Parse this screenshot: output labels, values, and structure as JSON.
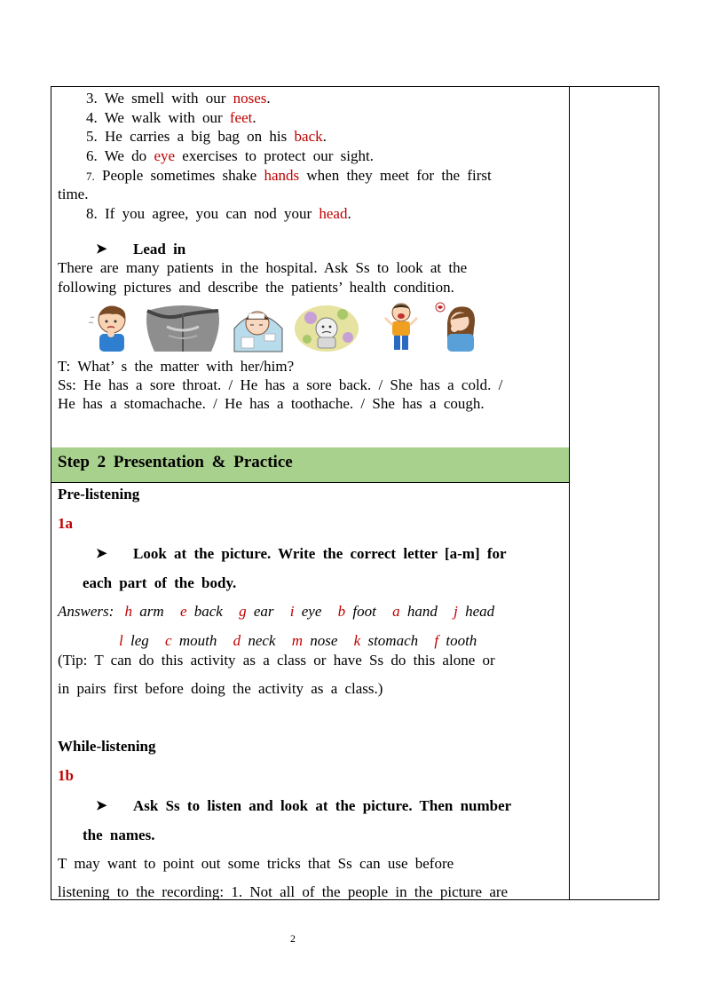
{
  "top_items": [
    {
      "pre": "3.  We  smell  with  our  ",
      "hl": "noses",
      "post": "."
    },
    {
      "pre": "4.  We  walk  with  our  ",
      "hl": "feet",
      "post": "."
    },
    {
      "pre": "5.  He  carries  a  big  bag  on  his  ",
      "hl": "back",
      "post": "."
    },
    {
      "pre": "6.  We  do  ",
      "hl": "eye",
      "post": "  exercises  to  protect  our  sight."
    },
    {
      "pre": "7.",
      "pre2": "  People  sometimes  shake  ",
      "hl": "hands",
      "post": "  when  they  meet  for  the  first"
    },
    {
      "pre": "time.",
      "hl": "",
      "post": ""
    },
    {
      "pre": "8.  If  you  agree,  you  can  nod  your  ",
      "hl": "head",
      "post": "."
    }
  ],
  "lead_in": {
    "title": "Lead  in",
    "line1": "There  are  many  patients  in  the  hospital.  Ask  Ss  to  look  at  the",
    "line2": "following  pictures  and  describe  the  patients’  health  condition.",
    "teacher": "T:  What’ s  the  matter  with  her/him?",
    "ss1": "Ss:  He  has  a  sore  throat.  /  He  has  a  sore  back.  /  She  has  a  cold.  /",
    "ss2": "He  has  a  stomachache.  /  He  has  a  toothache.  /  She  has  a  cough."
  },
  "step2": {
    "title": "Step  2  Presentation  &  Practice",
    "pre_listening": "Pre-listening",
    "label_1a": "1a",
    "task_1a_line1": "Look  at  the  picture.  Write  the  correct  letter  [a-m]  for",
    "task_1a_line2": "each  part  of  the  body.",
    "answers_label": "Answers:",
    "answers_row1": [
      {
        "letter": "h",
        "word": "arm"
      },
      {
        "letter": "e",
        "word": "back"
      },
      {
        "letter": "g",
        "word": "ear"
      },
      {
        "letter": "i",
        "word": "eye"
      },
      {
        "letter": "b",
        "word": "foot"
      },
      {
        "letter": "a",
        "word": "hand"
      },
      {
        "letter": "j",
        "word": "head"
      }
    ],
    "answers_row2": [
      {
        "letter": "l",
        "word": "leg"
      },
      {
        "letter": "c",
        "word": "mouth"
      },
      {
        "letter": "d",
        "word": "neck"
      },
      {
        "letter": "m",
        "word": "nose"
      },
      {
        "letter": "k",
        "word": "stomach"
      },
      {
        "letter": "f",
        "word": "tooth"
      }
    ],
    "tip_line1": "(Tip:  T  can  do  this  activity  as  a  class  or  have  Ss  do  this  alone  or",
    "tip_line2": "in  pairs  first  before  doing  the  activity  as  a  class.)",
    "while_listening": "While-listening",
    "label_1b": "1b",
    "task_1b_line1": "Ask  Ss  to  listen  and  look  at  the  picture.  Then  number",
    "task_1b_line2": "the  names.",
    "para_line1": "T  may  want  to  point  out  some  tricks  that  Ss  can  use  before",
    "para_line2": "listening  to  the  recording:  1.  Not  all  of  the  people  in  the  picture  are"
  },
  "page_number": "2",
  "colors": {
    "accent_red": "#c00000",
    "band_green": "#a9d18e"
  },
  "icons": [
    "arrowhead-bullet-icon",
    "sore-throat-boy-icon",
    "sore-back-icon",
    "cold-girl-icon",
    "stomachache-icon",
    "toothache-boy-icon",
    "cough-girl-icon"
  ]
}
